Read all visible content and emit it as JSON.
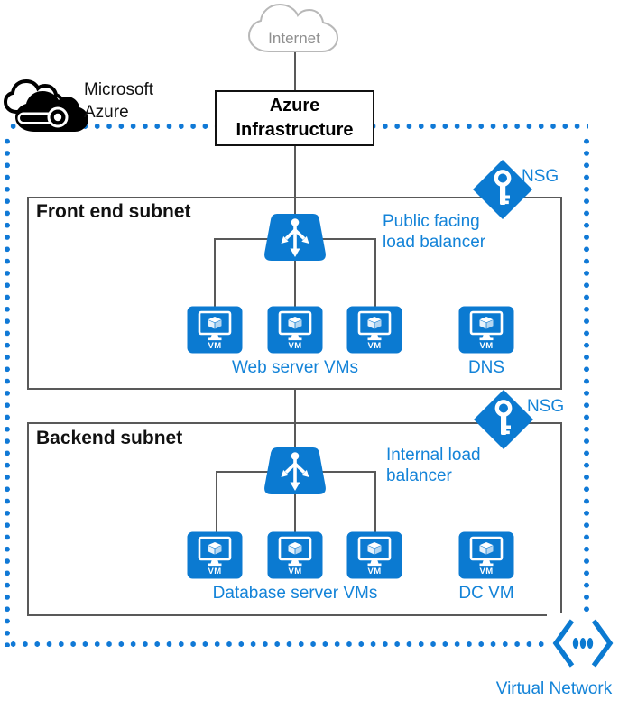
{
  "colors": {
    "shape_blue": "#0b7ad1",
    "text_blue": "#1383d8",
    "dot_blue": "#1079d6",
    "line_gray": "#595959",
    "cloud_stroke_gray": "#b8b8b8",
    "internet_text_gray": "#8f8f8f",
    "logo_black": "#000000"
  },
  "internet_cloud": {
    "label": "Internet"
  },
  "azure_logo": {
    "line1": "Microsoft",
    "line2": "Azure"
  },
  "infrastructure": {
    "label": "Azure Infrastructure"
  },
  "front_subnet": {
    "title": "Front end subnet",
    "load_balancer_label": "Public facing load balancer",
    "vm_group_label": "Web server VMs",
    "dns_label": "DNS",
    "nsg_label": "NSG"
  },
  "backend_subnet": {
    "title": "Backend subnet",
    "load_balancer_label": "Internal load balancer",
    "vm_group_label": "Database server VMs",
    "dc_label": "DC VM",
    "nsg_label": "NSG"
  },
  "labels": {
    "vm_badge": "VM"
  },
  "virtual_network": {
    "label": "Virtual Network"
  }
}
